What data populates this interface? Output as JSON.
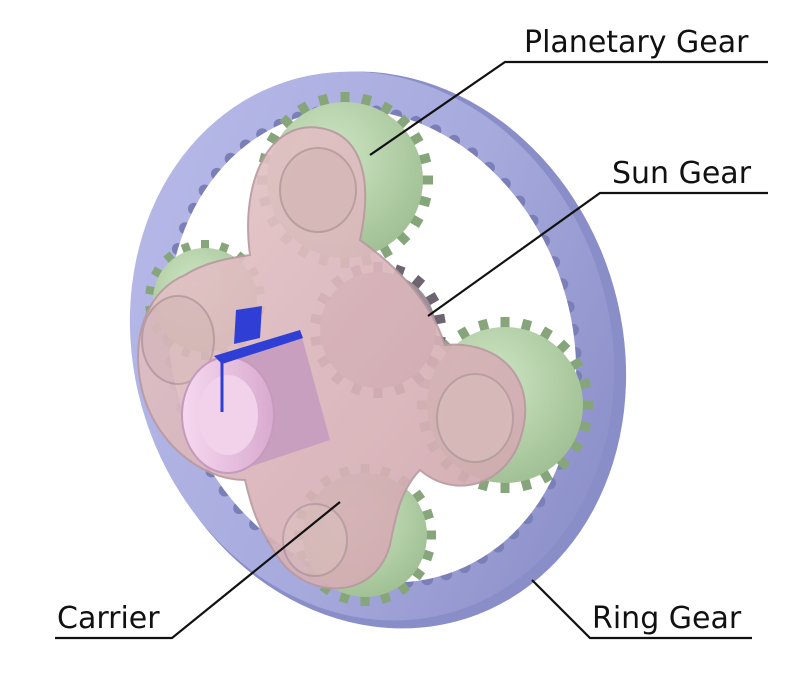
{
  "labels": {
    "planetary_gear": "Planetary Gear",
    "sun_gear": "Sun Gear",
    "carrier": "Carrier",
    "ring_gear": "Ring Gear"
  },
  "colors": {
    "ring": "#a9acdf",
    "ring_dark": "#7b7fb8",
    "planet": "#b9d7ad",
    "planet_dark": "#86a57a",
    "carrier": "#dcb9bd",
    "carrier_dark": "#b08c94",
    "shaft": "#efc8e6",
    "key": "#2f3fd6",
    "leader": "#111111"
  }
}
